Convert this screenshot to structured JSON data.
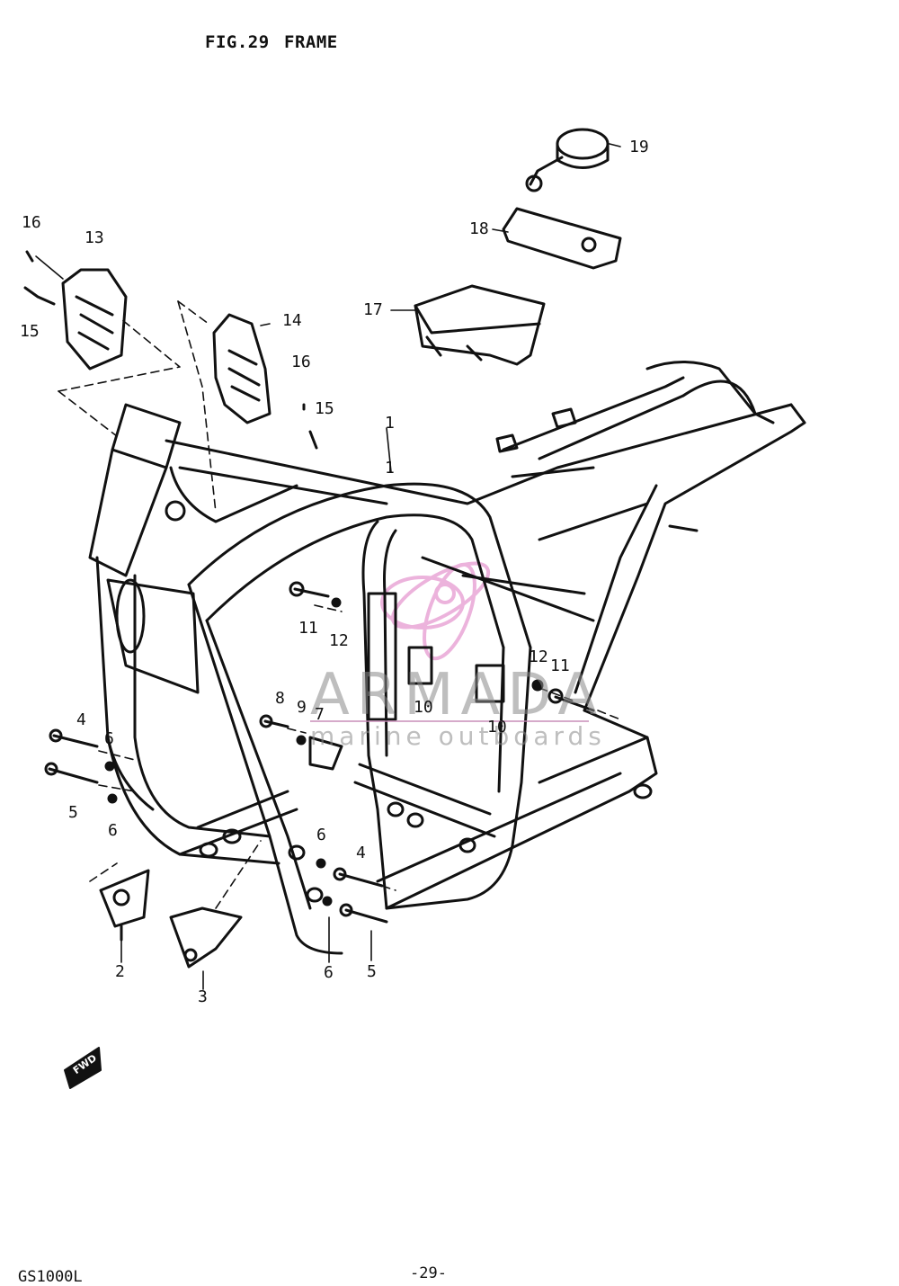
{
  "header": {
    "figure": "FIG.29",
    "title": "FRAME"
  },
  "callouts": [
    {
      "id": "c1a",
      "text": "1"
    },
    {
      "id": "c1b",
      "text": "1"
    },
    {
      "id": "c2",
      "text": "2"
    },
    {
      "id": "c3",
      "text": "3"
    },
    {
      "id": "c4a",
      "text": "4"
    },
    {
      "id": "c4b",
      "text": "4"
    },
    {
      "id": "c5a",
      "text": "5"
    },
    {
      "id": "c5b",
      "text": "5"
    },
    {
      "id": "c6a",
      "text": "6"
    },
    {
      "id": "c6b",
      "text": "6"
    },
    {
      "id": "c6c",
      "text": "6"
    },
    {
      "id": "c6d",
      "text": "6"
    },
    {
      "id": "c7",
      "text": "7"
    },
    {
      "id": "c8",
      "text": "8"
    },
    {
      "id": "c9",
      "text": "9"
    },
    {
      "id": "c10a",
      "text": "10"
    },
    {
      "id": "c10b",
      "text": "10"
    },
    {
      "id": "c11a",
      "text": "11"
    },
    {
      "id": "c11b",
      "text": "11"
    },
    {
      "id": "c12a",
      "text": "12"
    },
    {
      "id": "c12b",
      "text": "12"
    },
    {
      "id": "c13",
      "text": "13"
    },
    {
      "id": "c14",
      "text": "14"
    },
    {
      "id": "c15a",
      "text": "15"
    },
    {
      "id": "c15b",
      "text": "15"
    },
    {
      "id": "c16a",
      "text": "16"
    },
    {
      "id": "c16b",
      "text": "16"
    },
    {
      "id": "c17",
      "text": "17"
    },
    {
      "id": "c18",
      "text": "18"
    },
    {
      "id": "c19",
      "text": "19"
    }
  ],
  "watermark": {
    "brand": "ARMADA",
    "tagline": "marine outboards",
    "accent_color": "#e9a6d6"
  },
  "footer": {
    "page": "-29-",
    "model": "GS1000L"
  },
  "fwd_label": "FWD"
}
